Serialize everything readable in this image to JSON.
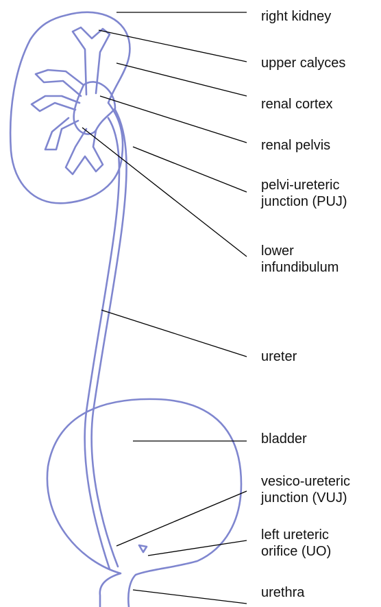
{
  "diagram": {
    "outline_color": "#7f86cf",
    "leader_color": "#000000",
    "labels": {
      "right_kidney": "right kidney",
      "upper_calyces": "upper calyces",
      "renal_cortex": "renal cortex",
      "renal_pelvis": "renal pelvis",
      "puj": "pelvi-ureteric\njunction (PUJ)",
      "lower_infundibulum": "lower\ninfundibulum",
      "ureter": "ureter",
      "bladder": "bladder",
      "vuj": "vesico-ureteric\njunction (VUJ)",
      "left_ureteric_orifice": "left ureteric\norifice (UO)",
      "urethra": "urethra"
    }
  }
}
